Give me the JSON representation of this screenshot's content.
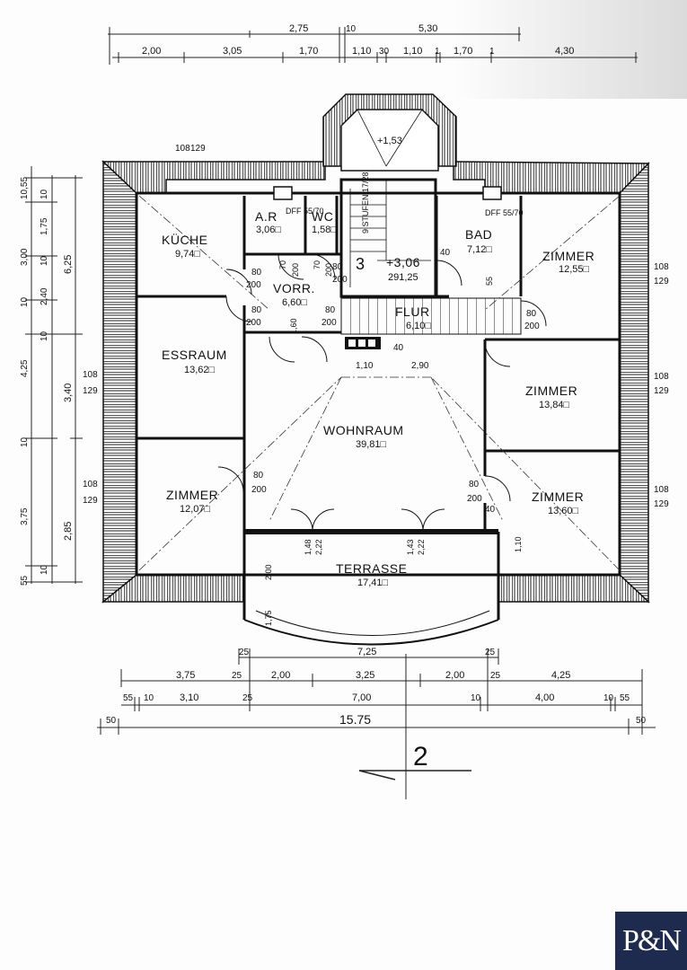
{
  "rooms": {
    "kueche": {
      "name": "KÜCHE",
      "area": "9,74□"
    },
    "ar": {
      "name": "A.R",
      "area": "3,06□"
    },
    "wc": {
      "name": "WC",
      "area": "1,58□"
    },
    "vorr": {
      "name": "VORR.",
      "area": "6,60□"
    },
    "stair": {
      "name": "+3,06",
      "area": "291,25"
    },
    "bad": {
      "name": "BAD",
      "area": "7,12□"
    },
    "zimmer_ne": {
      "name": "ZIMMER",
      "area": "12,55□"
    },
    "flur": {
      "name": "FLUR",
      "area": "6,10□"
    },
    "essraum": {
      "name": "ESSRAUM",
      "area": "13,62□"
    },
    "zimmer_e": {
      "name": "ZIMMER",
      "area": "13,84□"
    },
    "wohnraum": {
      "name": "WOHNRAUM",
      "area": "39,81□"
    },
    "zimmer_sw": {
      "name": "ZIMMER",
      "area": "12,07□"
    },
    "zimmer_se": {
      "name": "ZIMMER",
      "area": "13,60□"
    },
    "terrasse": {
      "name": "TERRASSE",
      "area": "17,41□"
    },
    "bay": {
      "name": "+1,53",
      "area": ""
    }
  },
  "stair_note": "9 STUFEN 17/28",
  "top_dims_row1": [
    "2,75",
    "10",
    "5,30"
  ],
  "top_dims_row2": [
    "2,00",
    "3,05",
    "1,70",
    "1,10",
    "30",
    "1,10",
    "1",
    "1,70",
    "1",
    "4,30"
  ],
  "left_dims_a": [
    "10,55",
    "1,75",
    "10",
    "3,00",
    "10",
    "2,40",
    "10",
    "10",
    "4,25",
    "10",
    "3,75",
    "55",
    "10"
  ],
  "left_dims_b": [
    "6,25",
    "3,40",
    "2,85"
  ],
  "window_marks": [
    "108",
    "129"
  ],
  "door_marks": [
    "80",
    "200"
  ],
  "misc_marks": [
    "70",
    "200",
    "40",
    "1,60",
    "1,10",
    "2,90",
    "55",
    "1,10",
    "1,48",
    "2,22",
    "1,43",
    "2,22",
    "2,00",
    "1,75",
    "DFF 55/70",
    "DFF 55/70"
  ],
  "bottom_dims_row1": [
    "25",
    "7,25",
    "25"
  ],
  "bottom_dims_row2": [
    "3,75",
    "25",
    "2,00",
    "3,25",
    "2,00",
    "25",
    "4,25"
  ],
  "bottom_dims_row3": [
    "55",
    "10",
    "3,10",
    "25",
    "7,00",
    "10",
    "4,00",
    "10",
    "55"
  ],
  "bottom_dims_row4": [
    "50",
    "15.75",
    "50"
  ],
  "section_mark": "2",
  "logo": "P&N"
}
